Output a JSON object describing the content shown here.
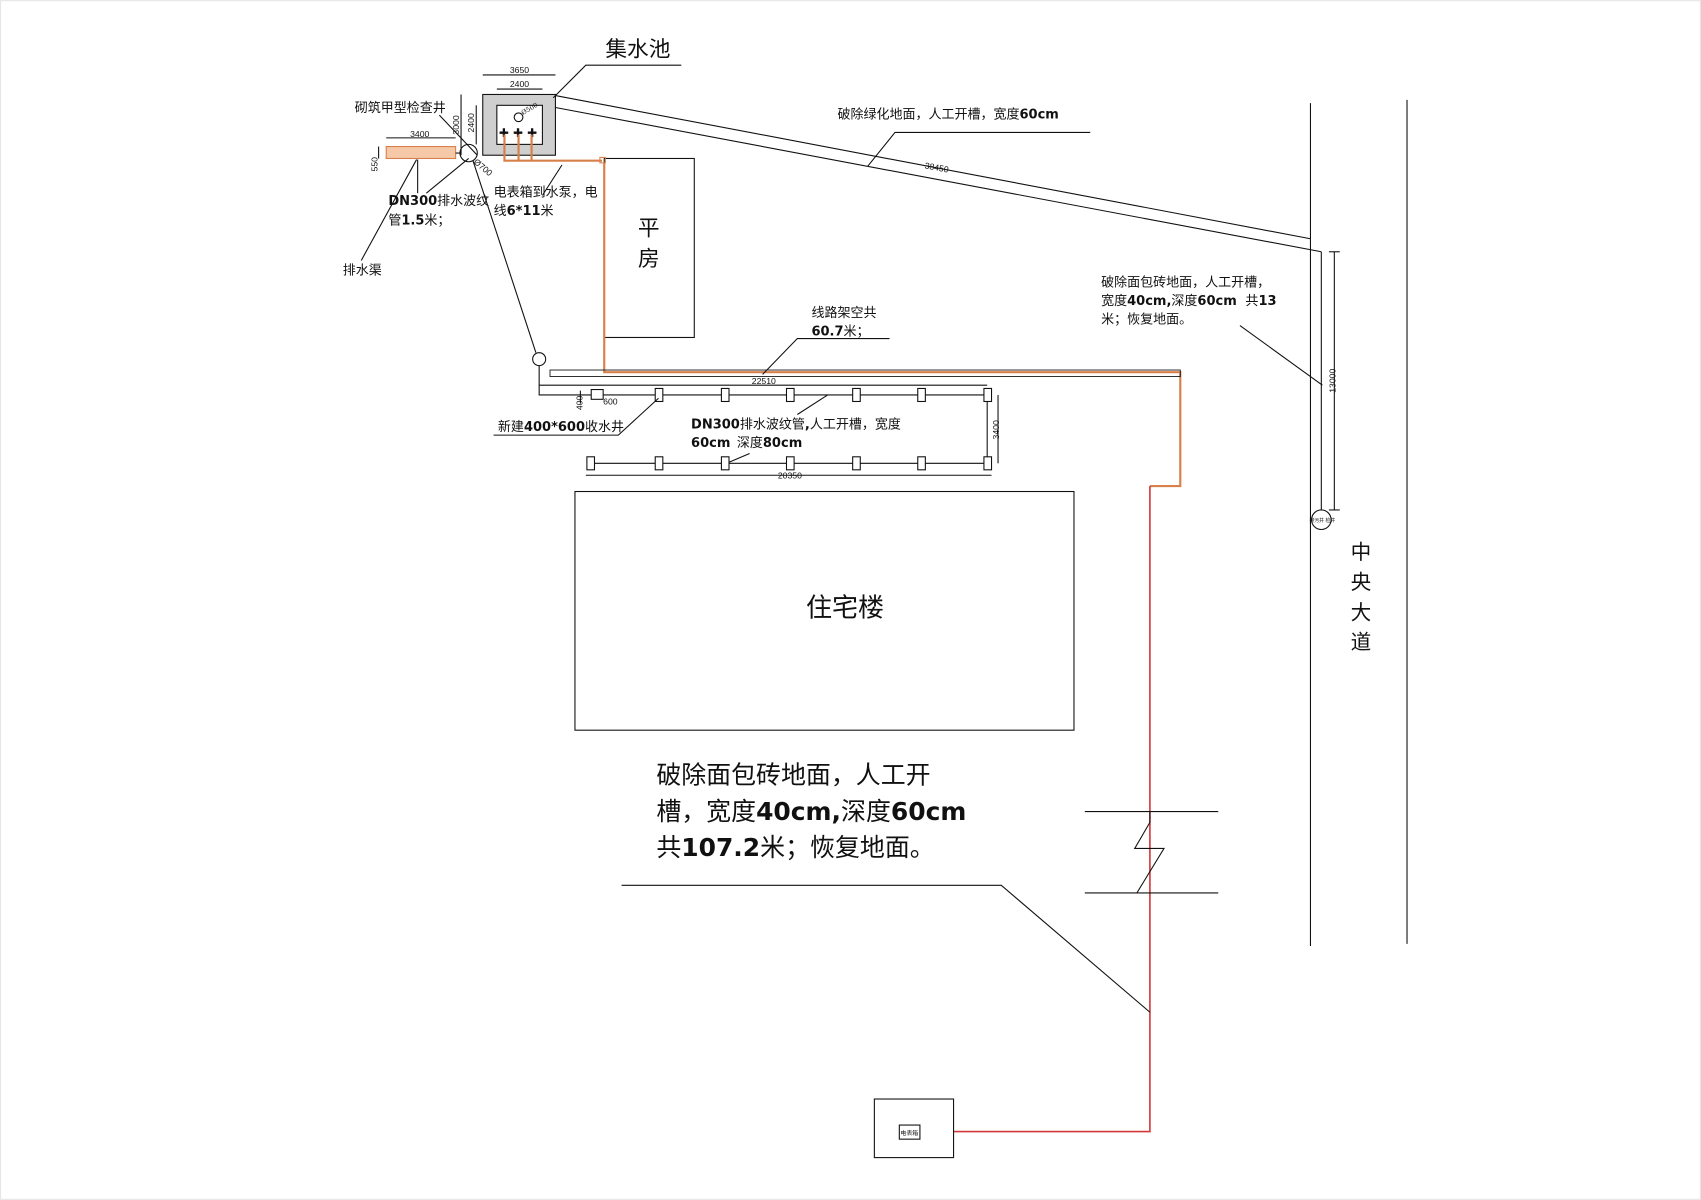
{
  "labels": {
    "pool_title": "集水池",
    "pavilion_1": "平",
    "pavilion_2": "房",
    "building": "住宅楼",
    "road": [
      "中",
      "央",
      "大",
      "道"
    ],
    "inspection_well": "砌筑甲型检查井",
    "drain_channel": "排水渠",
    "dn300_short": {
      "a": "DN300",
      "b": "排水波纹",
      "c": "管",
      "d": "1.5",
      "e": "米；"
    },
    "power_to_pump": {
      "l1": "电表箱到水泵，电",
      "l2a": "线",
      "l2b": "6*11",
      "l2c": "米"
    },
    "green_area": {
      "a": "破除绿化地面，人工开槽，宽度",
      "b": "60cm"
    },
    "brick_right": {
      "l1": "破除面包砖地面，人工开槽，",
      "l2a": "宽度",
      "l2b": "40cm,",
      "l2c": "深度",
      "l2d": "60cm",
      "l2e": "共",
      "l2f": "13",
      "l3": "米；恢复地面。"
    },
    "overhead": {
      "l1": "线路架空共",
      "l2a": "60.7",
      "l2b": "米；"
    },
    "new_well": {
      "a": "新建",
      "b": "400*600",
      "c": "收水井"
    },
    "dn300_long": {
      "a": "DN300",
      "b": "排水波纹管",
      "c": ",",
      "d": "人工开槽，宽度",
      "e": "60cm",
      "f": "深度",
      "g": "80cm"
    },
    "brick_main": {
      "l1": "破除面包砖地面，人工开",
      "l2a": "槽，宽度",
      "l2b": "40cm,",
      "l2c": "深度",
      "l2d": "60cm",
      "l3a": "共",
      "l3b": "107.2",
      "l3c": "米；恢复地面。"
    },
    "meter_box": "电表箱",
    "road_well": "排污井 检井",
    "pipe_dia_1": "Ø500",
    "pipe_dia_2": "Ø700"
  },
  "dimensions": {
    "pool_outer": "3650",
    "pool_inner": "2400",
    "pool_height_outer": "3000",
    "pool_height_inner": "2400",
    "channel_length": "3400",
    "channel_width": "550",
    "pipe_to_road": "38450",
    "road_pipe": "13000",
    "overhead_run": "22510",
    "well_w": "600",
    "well_h": "400",
    "drain_row_spacing": "3400",
    "drain_row_length": "20350"
  },
  "colors": {
    "power_line": "#d9804a",
    "buried_power": "#d23a3a"
  }
}
